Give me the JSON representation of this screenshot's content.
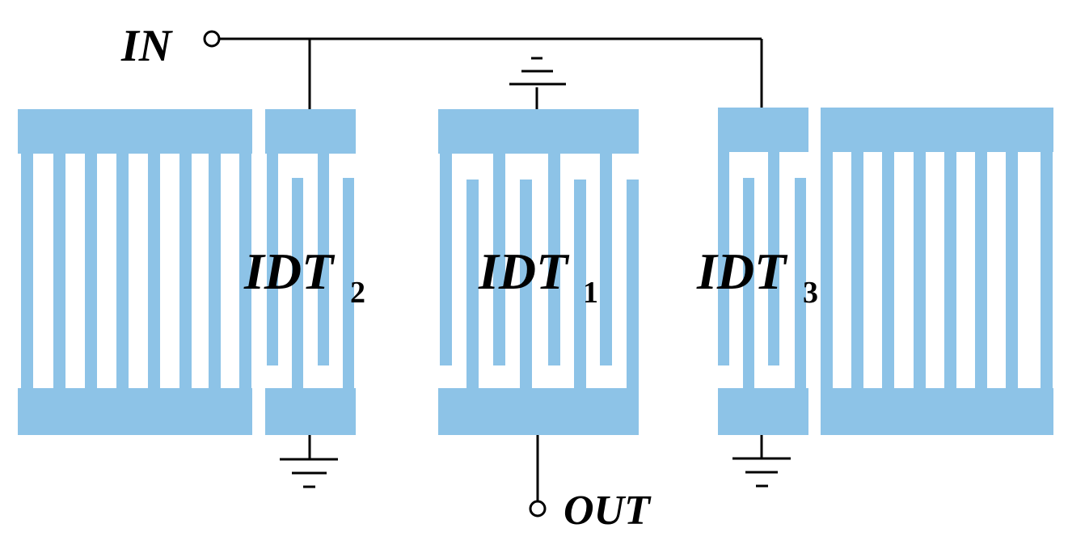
{
  "labels": {
    "input": "IN",
    "output": "OUT",
    "idt_name": "IDT",
    "idt_center_sub": "1",
    "idt_left_sub": "2",
    "idt_right_sub": "3"
  },
  "colors": {
    "electrode": "#8dc3e7",
    "wire": "#000000",
    "background": "#ffffff"
  }
}
